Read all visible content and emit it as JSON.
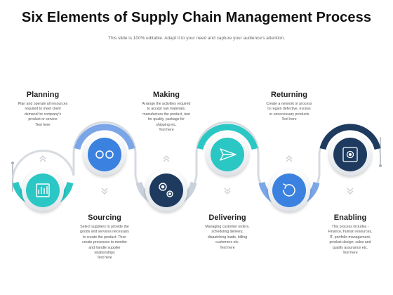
{
  "header": {
    "title": "Six Elements of Supply Chain Management Process",
    "subtitle": "This slide is 100% editable. Adapt it to your need and capture your audience's attention."
  },
  "steps": [
    {
      "label": "Planning",
      "description": "Plan and operate all resources\nrequired to meet client\ndemand for company's\nproduct or service\nText here",
      "icon": "document-chart-icon",
      "accent": "#2bc7c4",
      "circle_fill": "#2bc7c4"
    },
    {
      "label": "Sourcing",
      "description": "Select suppliers to provide the\ngoods and services necessary\nto create the product. Then\ncreate processes to monitor\nand handle supplier\nrelationships\nText here",
      "icon": "toggle-circles-icon",
      "accent": "#3b82e0",
      "circle_fill": "#3b82e0"
    },
    {
      "label": "Making",
      "description": "Arrange the activities required\nto accept raw materials,\nmanufacture the product, test\nfor quality, package for\nshipping etc.\nText here",
      "icon": "gears-icon",
      "accent": "#1e3a5f",
      "circle_fill": "#1e3a5f"
    },
    {
      "label": "Delivering",
      "description": "Managing customer orders,\nscheduling delivery,\ndispatching loads, billing\ncustomers etc.\nText here",
      "icon": "paper-plane-icon",
      "accent": "#2bc7c4",
      "circle_fill": "#2bc7c4"
    },
    {
      "label": "Returning",
      "description": "Create a network or process\nto regain defective, excess\nor unnecessary products\nText here",
      "icon": "refresh-icon",
      "accent": "#3b82e0",
      "circle_fill": "#3b82e0"
    },
    {
      "label": "Enabling",
      "description": "This process includes -\nFinance, human resources,\nIT, portfolio management,\nproduct design, sales and\nquality assurance etc.\nText here",
      "icon": "gear-screen-icon",
      "accent": "#1e3a5f",
      "circle_fill": "#1e3a5f"
    }
  ]
}
